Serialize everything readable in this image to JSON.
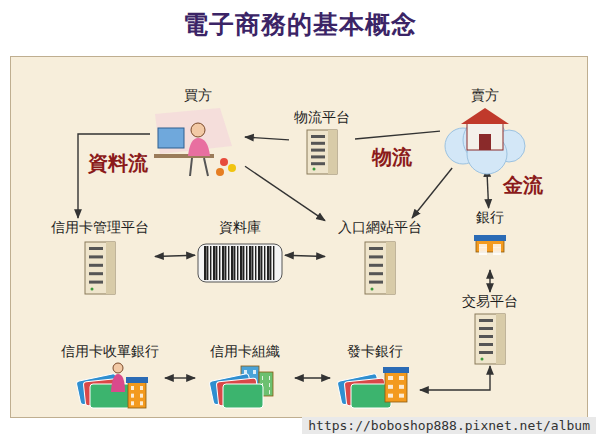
{
  "diagram": {
    "title": "電子商務的基本概念",
    "nodes": [
      {
        "text": [
          "買方"
        ]
      },
      {
        "text": [
          "物流平台"
        ]
      },
      {
        "text": [
          "賣方"
        ]
      },
      {
        "text": [
          "信用卡管理平台"
        ]
      },
      {
        "text": [
          "資料庫"
        ]
      },
      {
        "text": [
          "入口網站平台"
        ]
      },
      {
        "text": [
          "銀行"
        ]
      },
      {
        "text": [
          "交易平台"
        ]
      },
      {
        "text": [
          "信用卡收單銀行"
        ]
      },
      {
        "text": [
          "信用卡組織"
        ]
      },
      {
        "text": [
          "發卡銀行"
        ]
      }
    ],
    "edges": [
      {
        "from": 2,
        "to": 1,
        "arrow": "none"
      },
      {
        "from": 1,
        "to": 0,
        "arrow": "to"
      },
      {
        "from": 0,
        "to": 5,
        "arrow": "to"
      },
      {
        "from": 2,
        "to": 5,
        "arrow": "to"
      },
      {
        "from": 0,
        "to": 3,
        "arrow": "to"
      },
      {
        "from": 3,
        "to": 4,
        "arrow": "both"
      },
      {
        "from": 4,
        "to": 5,
        "arrow": "both"
      },
      {
        "from": 2,
        "to": 6,
        "arrow": "both"
      },
      {
        "from": 6,
        "to": 7,
        "arrow": "both"
      },
      {
        "from": 7,
        "to": 10,
        "arrow": "both"
      },
      {
        "from": 8,
        "to": 9,
        "arrow": "both"
      },
      {
        "from": 9,
        "to": 10,
        "arrow": "both"
      }
    ],
    "labels": [
      "資料流",
      "物流",
      "金流",
      "https://boboshop888.pixnet.net/album"
    ]
  }
}
